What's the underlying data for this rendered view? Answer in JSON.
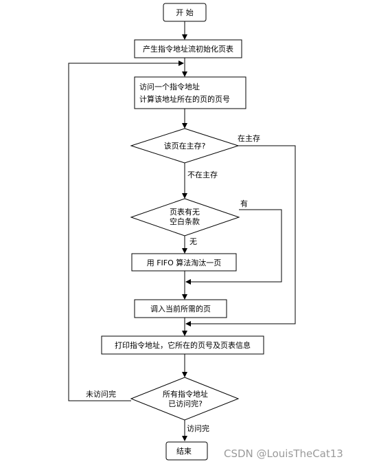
{
  "nodes": {
    "start": "开 始",
    "init": "产生指令地址流初始化页表",
    "visit": [
      "访问一个指令地址",
      "计算该地址所在的页的页号"
    ],
    "in_memory": "该页在主存?",
    "has_free": [
      "页表有无",
      "空白条款"
    ],
    "fifo": "用 FIFO 算法淘汰一页",
    "load": "调入当前所需的页",
    "print": "打印指令地址，它所在的页号及页表信息",
    "all_done": [
      "所有指令地址",
      "已访问完?"
    ],
    "end": "结束"
  },
  "edges": {
    "in_main": "在主存",
    "not_in_main": "不在主存",
    "has": "有",
    "none": "无",
    "not_done": "未访问完",
    "done": "访问完"
  },
  "watermark": "CSDN @LouisTheCat13"
}
